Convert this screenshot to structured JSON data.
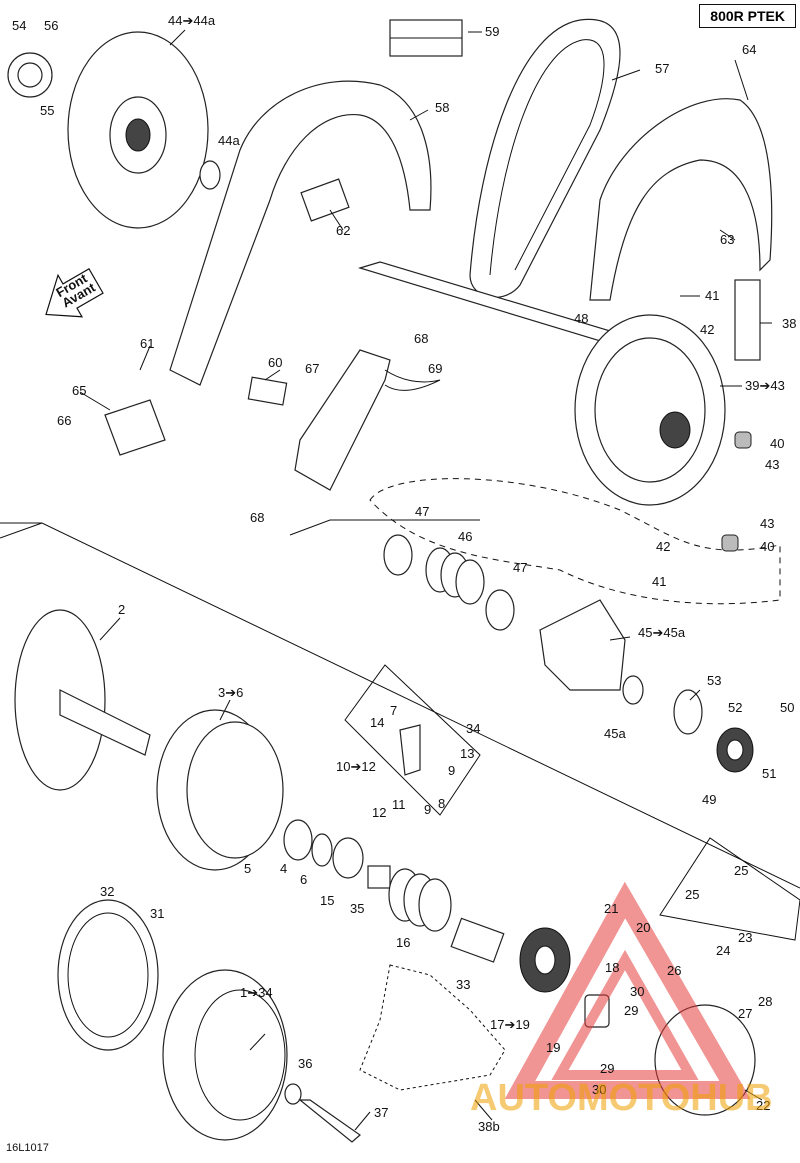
{
  "model_badge": "800R PTEK",
  "diagram_code": "16L1017",
  "front_arrow": [
    "Front",
    "Avant"
  ],
  "watermark": "AUTOMOTOHUB",
  "callouts": [
    {
      "id": "c54",
      "text": "54"
    },
    {
      "id": "c56",
      "text": "56"
    },
    {
      "id": "c55",
      "text": "55"
    },
    {
      "id": "c44",
      "text": "44➔44a"
    },
    {
      "id": "c44a",
      "text": "44a"
    },
    {
      "id": "c59",
      "text": "59"
    },
    {
      "id": "c57",
      "text": "57"
    },
    {
      "id": "c64",
      "text": "64"
    },
    {
      "id": "c58",
      "text": "58"
    },
    {
      "id": "c62",
      "text": "62"
    },
    {
      "id": "c63",
      "text": "63"
    },
    {
      "id": "c41a",
      "text": "41"
    },
    {
      "id": "c42a",
      "text": "42"
    },
    {
      "id": "c38",
      "text": "38"
    },
    {
      "id": "c48",
      "text": "48"
    },
    {
      "id": "c61",
      "text": "61"
    },
    {
      "id": "c60",
      "text": "60"
    },
    {
      "id": "c68a",
      "text": "68"
    },
    {
      "id": "c67",
      "text": "67"
    },
    {
      "id": "c69",
      "text": "69"
    },
    {
      "id": "c39",
      "text": "39➔43"
    },
    {
      "id": "c65",
      "text": "65"
    },
    {
      "id": "c66",
      "text": "66"
    },
    {
      "id": "c40a",
      "text": "40"
    },
    {
      "id": "c43a",
      "text": "43"
    },
    {
      "id": "c68b",
      "text": "68"
    },
    {
      "id": "c47a",
      "text": "47"
    },
    {
      "id": "c46",
      "text": "46"
    },
    {
      "id": "c43b",
      "text": "43"
    },
    {
      "id": "c42b",
      "text": "42"
    },
    {
      "id": "c40b",
      "text": "40"
    },
    {
      "id": "c41b",
      "text": "41"
    },
    {
      "id": "c47b",
      "text": "47"
    },
    {
      "id": "c2",
      "text": "2"
    },
    {
      "id": "c45",
      "text": "45➔45a"
    },
    {
      "id": "c53",
      "text": "53"
    },
    {
      "id": "c3",
      "text": "3➔6"
    },
    {
      "id": "c7",
      "text": "7"
    },
    {
      "id": "c14",
      "text": "14"
    },
    {
      "id": "c34",
      "text": "34"
    },
    {
      "id": "c52",
      "text": "52"
    },
    {
      "id": "c50",
      "text": "50"
    },
    {
      "id": "c13",
      "text": "13"
    },
    {
      "id": "c45a",
      "text": "45a"
    },
    {
      "id": "c10",
      "text": "10➔12"
    },
    {
      "id": "c51",
      "text": "51"
    },
    {
      "id": "c9a",
      "text": "9"
    },
    {
      "id": "c11",
      "text": "11"
    },
    {
      "id": "c9b",
      "text": "9"
    },
    {
      "id": "c8",
      "text": "8"
    },
    {
      "id": "c12",
      "text": "12"
    },
    {
      "id": "c49",
      "text": "49"
    },
    {
      "id": "c5",
      "text": "5"
    },
    {
      "id": "c4",
      "text": "4"
    },
    {
      "id": "c6",
      "text": "6"
    },
    {
      "id": "c15",
      "text": "15"
    },
    {
      "id": "c35",
      "text": "35"
    },
    {
      "id": "c25a",
      "text": "25"
    },
    {
      "id": "c25b",
      "text": "25"
    },
    {
      "id": "c32",
      "text": "32"
    },
    {
      "id": "c21",
      "text": "21"
    },
    {
      "id": "c31",
      "text": "31"
    },
    {
      "id": "c20",
      "text": "20"
    },
    {
      "id": "c23",
      "text": "23"
    },
    {
      "id": "c24",
      "text": "24"
    },
    {
      "id": "c16",
      "text": "16"
    },
    {
      "id": "c18",
      "text": "18"
    },
    {
      "id": "c26",
      "text": "26"
    },
    {
      "id": "c33",
      "text": "33"
    },
    {
      "id": "c28",
      "text": "28"
    },
    {
      "id": "c30a",
      "text": "30"
    },
    {
      "id": "c1",
      "text": "1➔34"
    },
    {
      "id": "c29a",
      "text": "29"
    },
    {
      "id": "c27",
      "text": "27"
    },
    {
      "id": "c17",
      "text": "17➔19"
    },
    {
      "id": "c19",
      "text": "19"
    },
    {
      "id": "c36",
      "text": "36"
    },
    {
      "id": "c29b",
      "text": "29"
    },
    {
      "id": "c30b",
      "text": "30"
    },
    {
      "id": "c22",
      "text": "22"
    },
    {
      "id": "c37",
      "text": "37"
    },
    {
      "id": "c38b",
      "text": "38b"
    }
  ]
}
